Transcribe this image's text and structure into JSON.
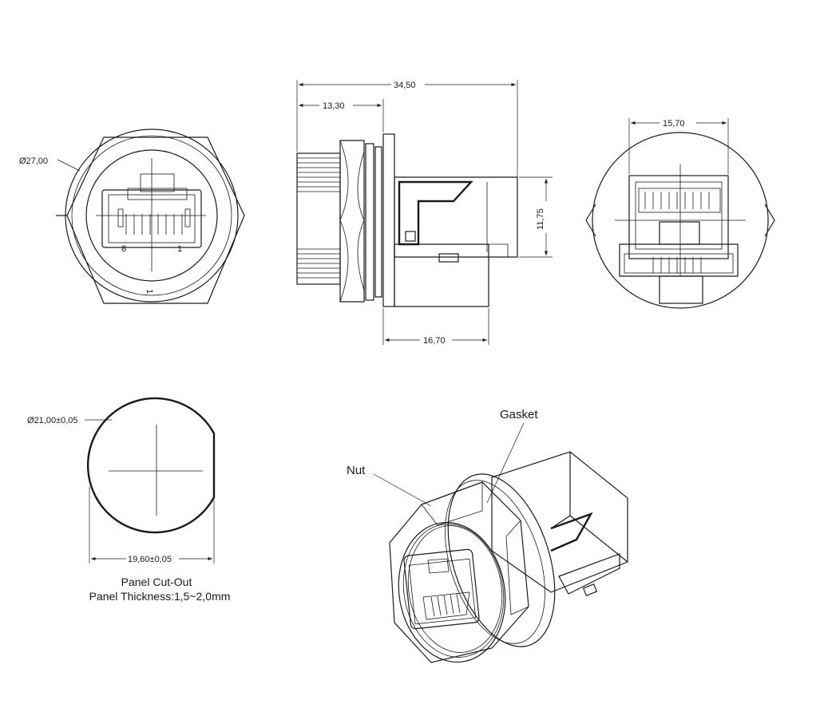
{
  "dimensions": {
    "outer_diameter": "Ø27,00",
    "total_length": "34,50",
    "front_length": "13,30",
    "height": "11,75",
    "rear_length": "16,70",
    "rear_width": "15,70",
    "cutout_diameter": "Ø21,00±0,05",
    "cutout_flat": "19,60±0,05"
  },
  "pins": {
    "left": "8",
    "right": "1"
  },
  "key_mark": "1",
  "callouts": {
    "gasket": "Gasket",
    "nut": "Nut"
  },
  "caption": {
    "line1": "Panel Cut-Out",
    "line2": "Panel Thickness:1,5~2,0mm"
  },
  "colors": {
    "line": "#1a1a1a",
    "background": "#ffffff"
  }
}
